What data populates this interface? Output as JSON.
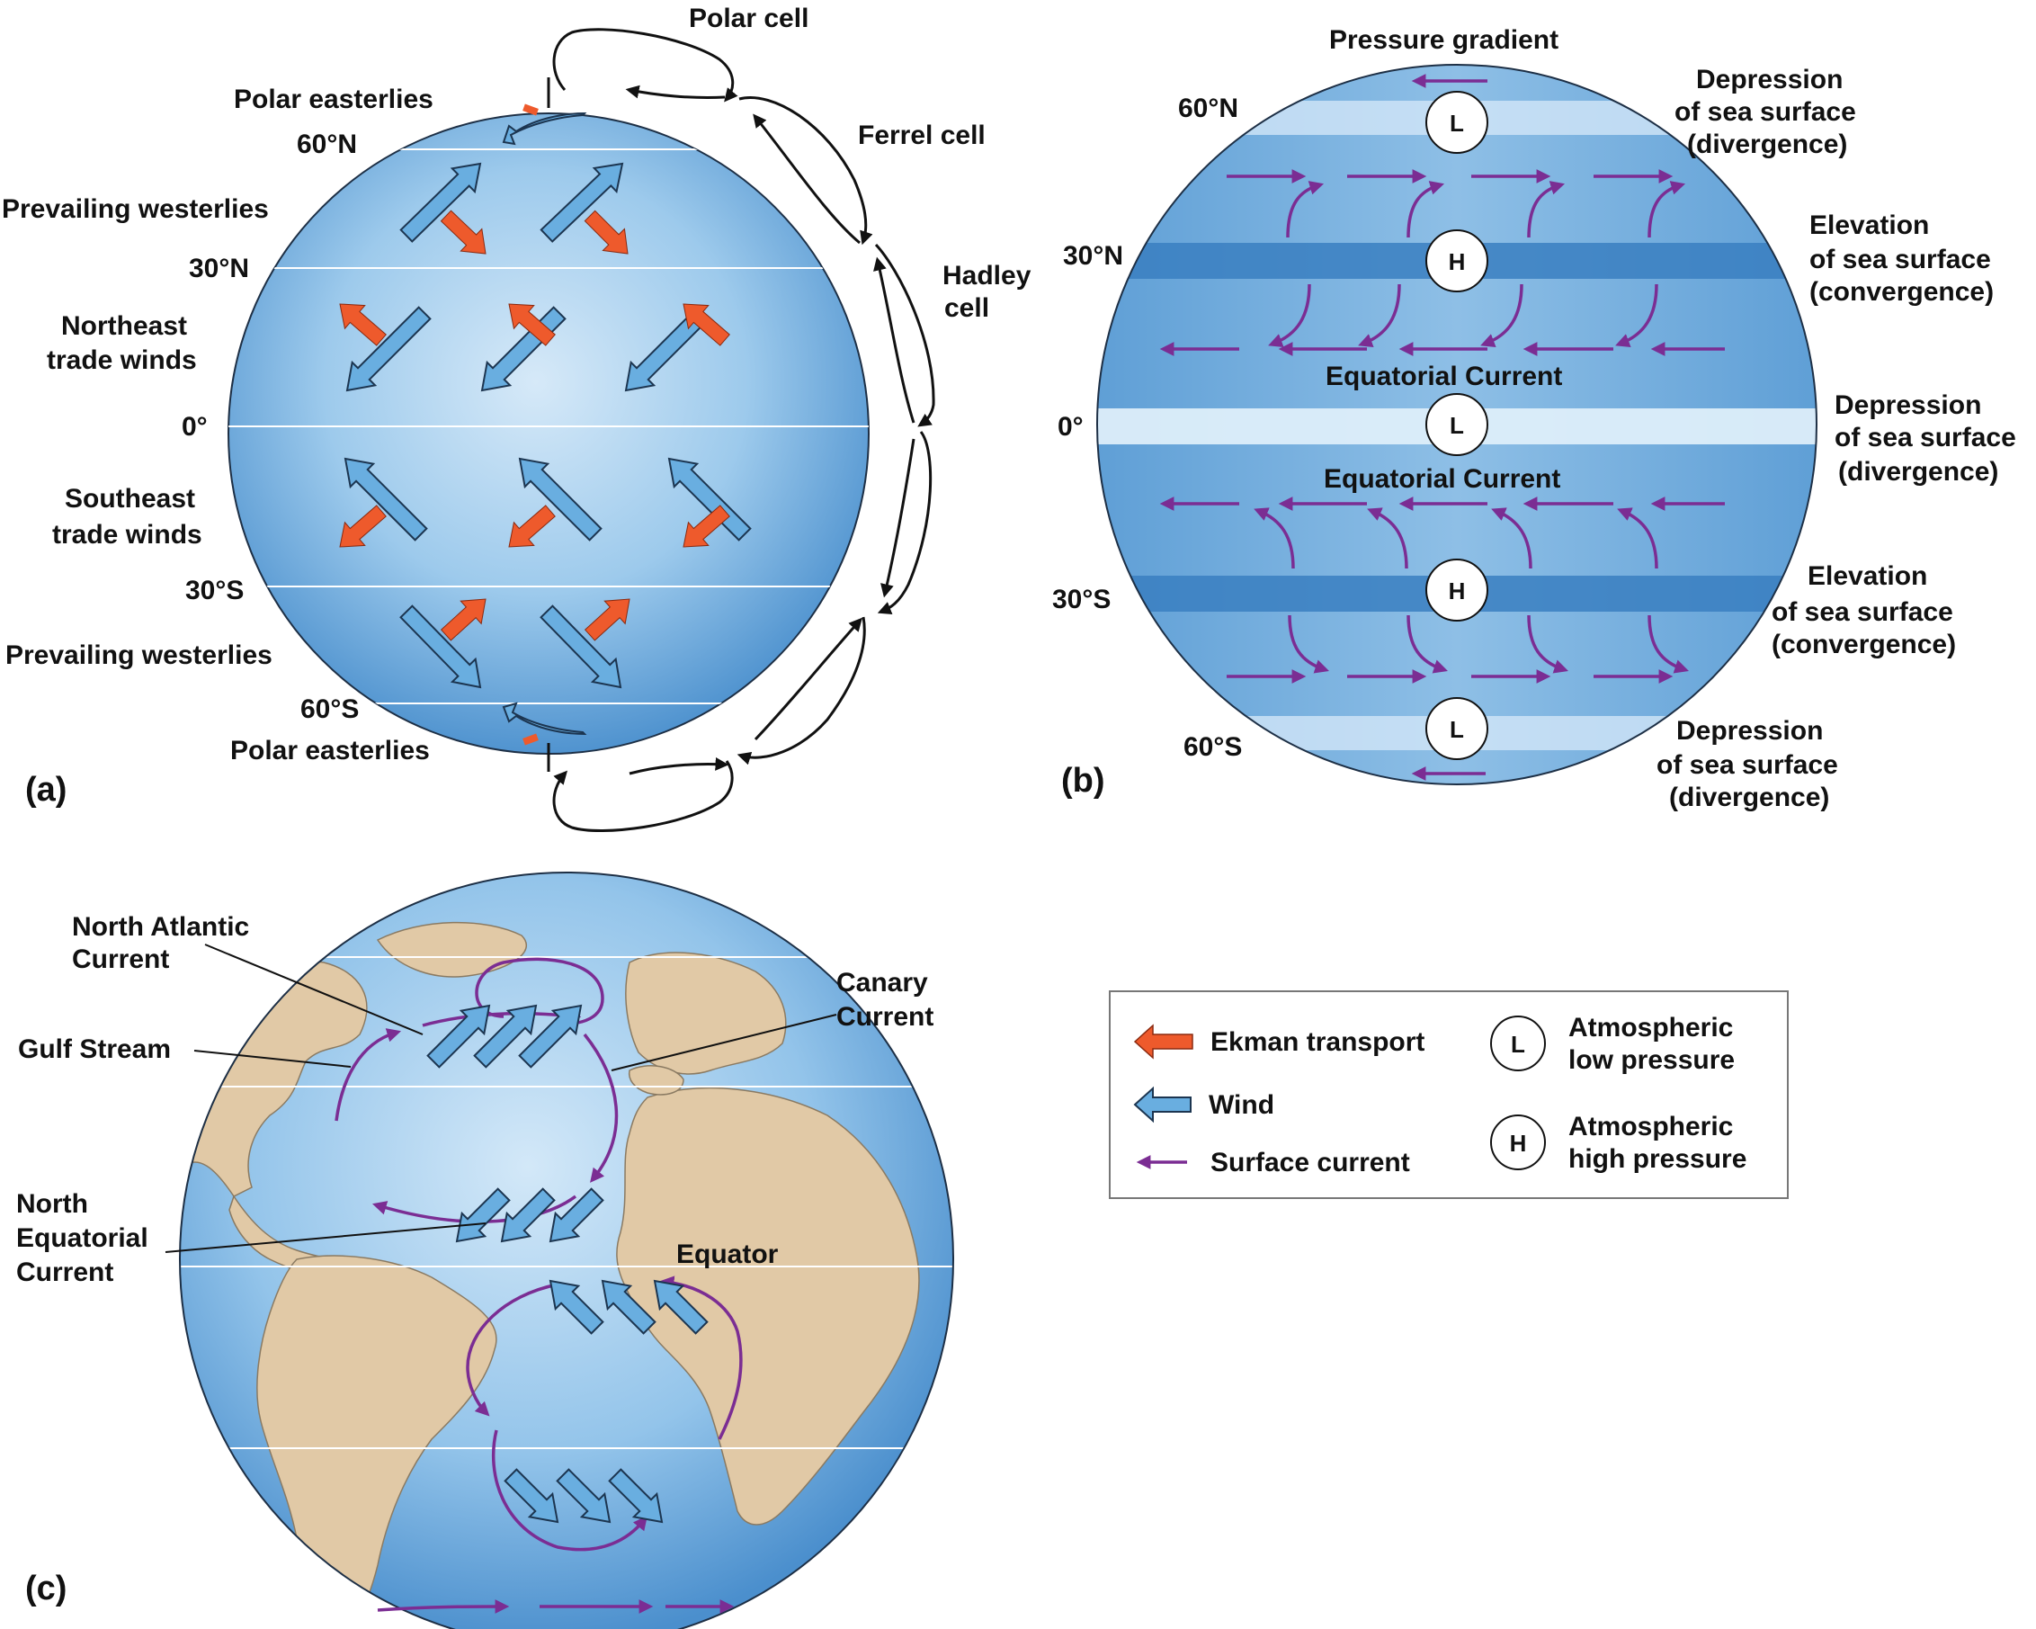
{
  "colors": {
    "ocean_light": "#cfe4f6",
    "ocean_mid": "#8cc0e6",
    "ocean_dark": "#4a92cf",
    "land": "#e1c9a6",
    "wind_fill": "#69aee0",
    "wind_stroke": "#1c3550",
    "ekman": "#ee5a2c",
    "current": "#7b2d93",
    "cell_line": "#111111"
  },
  "panel_a": {
    "panel_label": "(a)",
    "lat_labels": [
      "60°N",
      "30°N",
      "0°",
      "30°S",
      "60°S"
    ],
    "wind_labels": [
      "Polar easterlies",
      "Prevailing westerlies",
      "Northeast",
      "trade winds",
      "Southeast",
      "trade winds",
      "Prevailing westerlies",
      "Polar easterlies"
    ],
    "cell_labels": [
      "Polar cell",
      "Ferrel cell",
      "Hadley",
      "cell"
    ]
  },
  "panel_b": {
    "panel_label": "(b)",
    "pressure_gradient": "Pressure gradient",
    "lat_labels": [
      "60°N",
      "30°N",
      "0°",
      "30°S",
      "60°S"
    ],
    "pressure_letters": [
      "L",
      "H",
      "L",
      "H",
      "L"
    ],
    "current_labels": [
      "Equatorial Current",
      "Equatorial Current"
    ],
    "side_notes": [
      [
        "Depression",
        "of sea surface",
        "(divergence)"
      ],
      [
        "Elevation",
        "of sea surface",
        "(convergence)"
      ],
      [
        "Depression",
        "of sea surface",
        "(divergence)"
      ],
      [
        "Elevation",
        "of sea surface",
        "(convergence)"
      ],
      [
        "Depression",
        "of sea surface",
        "(divergence)"
      ]
    ]
  },
  "panel_c": {
    "panel_label": "(c)",
    "current_labels": {
      "north_atlantic": [
        "North Atlantic",
        "Current"
      ],
      "gulf_stream": "Gulf Stream",
      "canary": [
        "Canary",
        "Current"
      ],
      "north_equatorial": [
        "North",
        "Equatorial",
        "Current"
      ],
      "equator": "Equator"
    }
  },
  "legend": {
    "ekman": "Ekman transport",
    "wind": "Wind",
    "current": "Surface current",
    "low": [
      "Atmospheric",
      "low pressure"
    ],
    "high": [
      "Atmospheric",
      "high pressure"
    ],
    "low_letter": "L",
    "high_letter": "H"
  }
}
